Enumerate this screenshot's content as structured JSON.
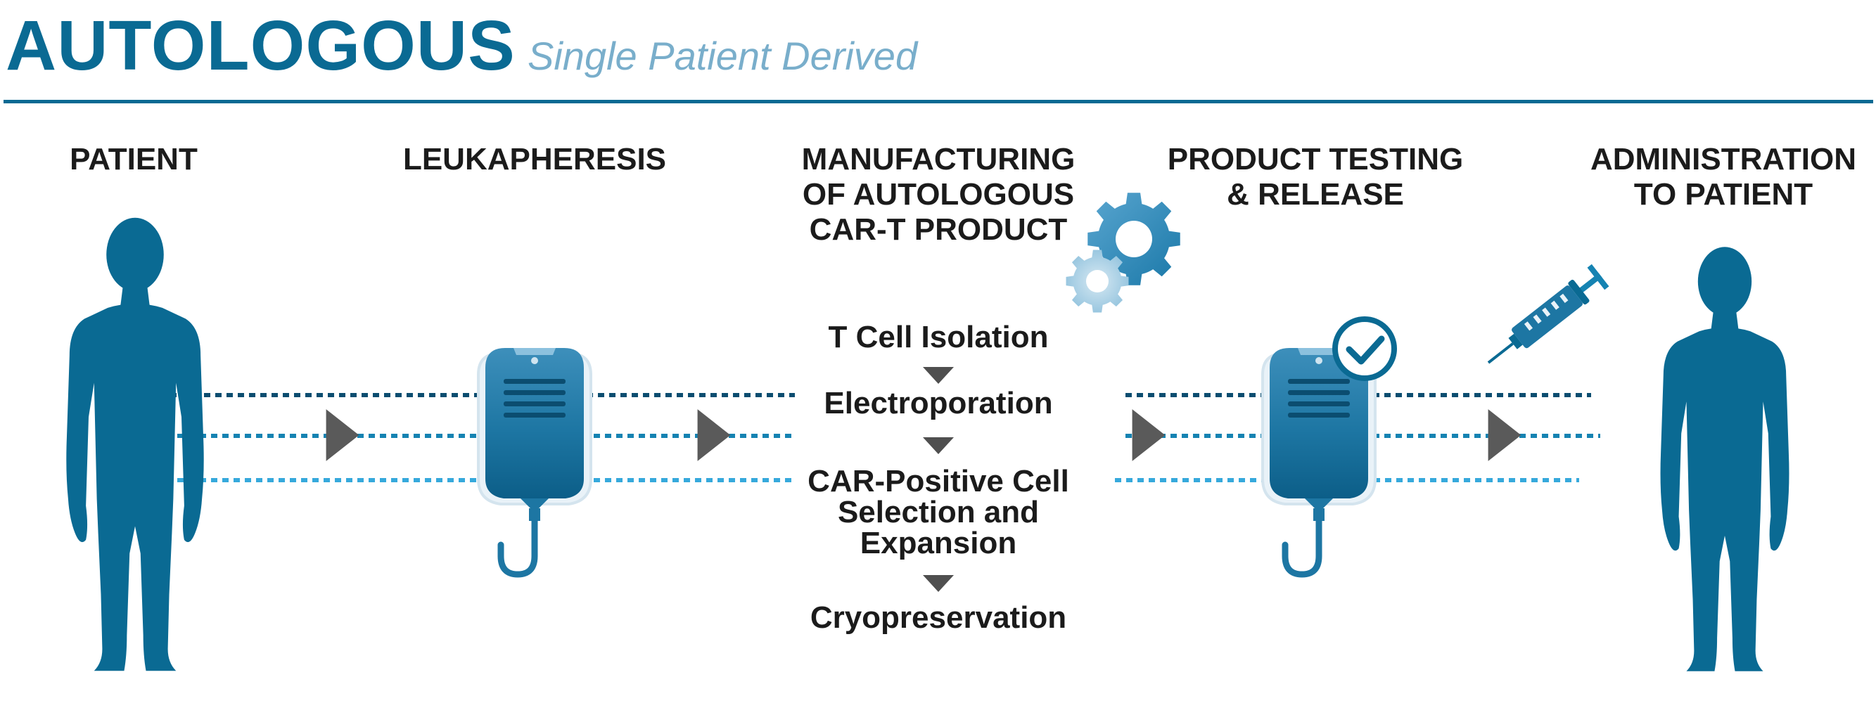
{
  "header": {
    "title": "AUTOLOGOUS",
    "subtitle": "Single Patient Derived"
  },
  "stages": [
    {
      "label": "PATIENT"
    },
    {
      "label": "LEUKAPHERESIS"
    },
    {
      "label": "MANUFACTURING\nOF AUTOLOGOUS\nCAR-T PRODUCT"
    },
    {
      "label": "PRODUCT TESTING\n& RELEASE"
    },
    {
      "label": "ADMINISTRATION\nTO PATIENT"
    }
  ],
  "manufacturing_steps": [
    "T Cell Isolation",
    "Electroporation",
    "CAR-Positive Cell\nSelection and\nExpansion",
    "Cryopreservation"
  ],
  "colors": {
    "primary": "#0a6a93",
    "accent_light": "#79aecb",
    "line_dark": "#0b4d70",
    "line_mid": "#1583b2",
    "line_light": "#36a9dc",
    "arrow": "#5a5a5a",
    "text": "#1b1b1b"
  },
  "icons": [
    "patient-silhouette-icon",
    "iv-bag-icon",
    "gear-icon",
    "check-badge-icon",
    "syringe-icon"
  ]
}
